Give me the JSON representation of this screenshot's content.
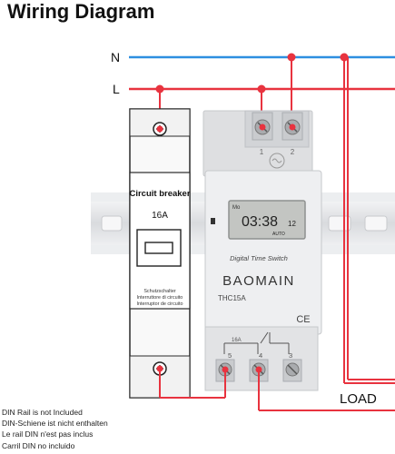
{
  "title": "Wiring Diagram",
  "lines": {
    "neutral": "N",
    "live": "L",
    "load": "LOAD"
  },
  "breaker": {
    "heading": "Circuit breaker",
    "rating": "16A",
    "labels": [
      "Schutzschalter",
      "Interruttore di circuito",
      "Interruptor de circuito"
    ]
  },
  "timer": {
    "display_time": "03:38",
    "display_seconds": "12",
    "display_mode": "AUTO",
    "display_day": "Mo",
    "caption": "Digital Time Switch",
    "brand": "BAOMAIN",
    "model": "THC15A",
    "mark": "CE",
    "relay_rating": "16A",
    "top_terminals": [
      "1",
      "2"
    ],
    "bottom_terminals": [
      "5",
      "4",
      "3"
    ]
  },
  "notes": [
    "DIN Rail is not Included",
    "DIN-Schiene ist nicht enthalten",
    "Le rail DIN n'est pas inclus",
    "Carril DIN no incluido"
  ],
  "colors": {
    "neutral": "#2e8fe0",
    "live": "#e8333f",
    "junction": "#e8333f",
    "device": "#e9eaec",
    "lcd": "#c3c5c2"
  }
}
